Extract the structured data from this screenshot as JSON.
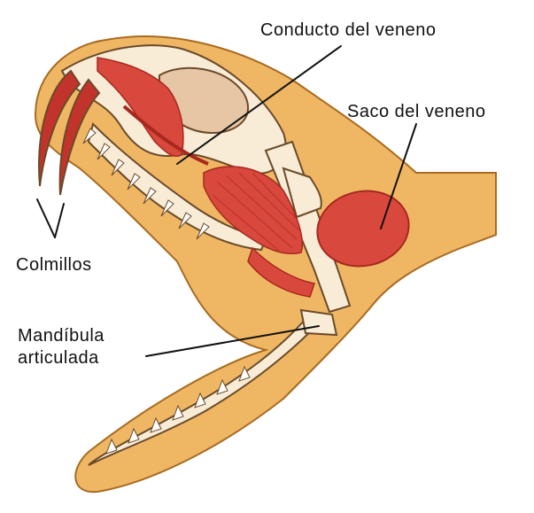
{
  "labels": {
    "venom_duct": "Conducto del veneno",
    "venom_sac": "Saco del veneno",
    "fangs": "Colmillos",
    "jaw_line1": "Mandíbula",
    "jaw_line2": "articulada"
  },
  "colors": {
    "skin": "#efb764",
    "skin_outline": "#a86b22",
    "bone": "#f8ecd7",
    "bone_outline": "#6b4a2a",
    "muscle": "#d9483c",
    "muscle_dark": "#a8281f",
    "eye_socket": "#e6c6a4",
    "fang": "#c2332b",
    "tooth": "#ffffff",
    "line": "#111111"
  }
}
